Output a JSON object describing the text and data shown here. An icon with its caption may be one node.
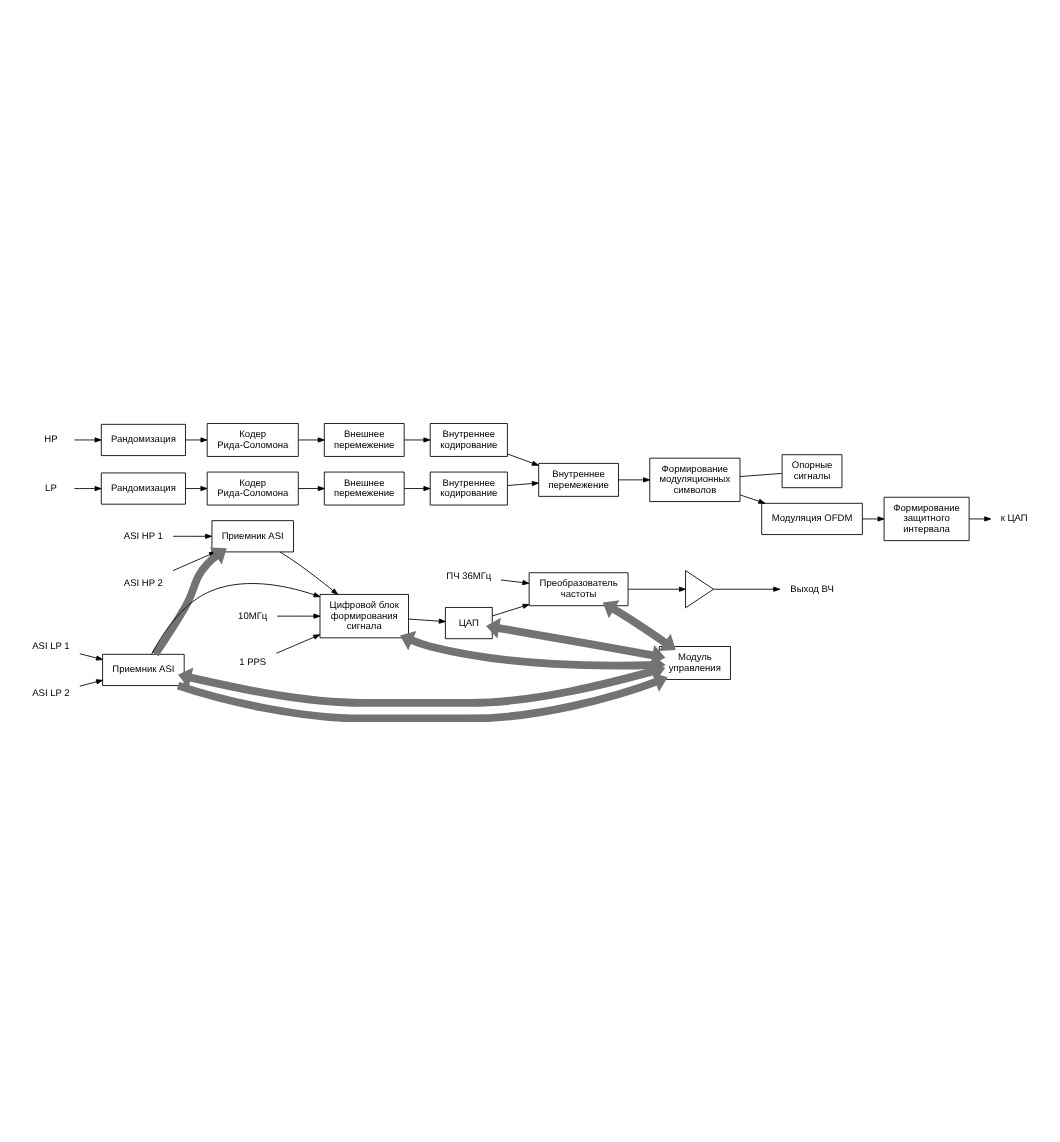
{
  "diagram": {
    "nodes": [
      {
        "text": [
          "ASI HP 1"
        ]
      },
      {
        "text": [
          "ASI HP 2"
        ]
      },
      {
        "text": [
          "ASI LP 1"
        ]
      },
      {
        "text": [
          "ASI LP 2"
        ]
      },
      {
        "text": [
          "10МГц"
        ]
      },
      {
        "text": [
          "1 PPS"
        ]
      },
      {
        "text": [
          "Приемник ASI"
        ]
      },
      {
        "text": [
          "Приемник ASI"
        ]
      },
      {
        "text": [
          "Цифровой блок формирования сигнала"
        ]
      },
      {
        "text": [
          "ЦАП"
        ]
      },
      {
        "text": [
          "Преобразователь частоты"
        ]
      },
      {
        "text": [],
        "shape": "triangle"
      },
      {
        "text": [
          "Модуль управления"
        ]
      },
      {
        "text": [
          "ПЧ 36МГц"
        ]
      },
      {
        "text": [
          "Выход ВЧ"
        ]
      },
      {
        "text": [
          "HP"
        ]
      },
      {
        "text": [
          "LP"
        ]
      },
      {
        "text": [
          "Рандомизация"
        ]
      },
      {
        "text": [
          "Кодер Рида-Соломона"
        ]
      },
      {
        "text": [
          "Внешнее перемежение"
        ]
      },
      {
        "text": [
          "Внутреннее кодирование"
        ]
      },
      {
        "text": [
          "Рандомизация"
        ]
      },
      {
        "text": [
          "Кодер Рида-Соломона"
        ]
      },
      {
        "text": [
          "Внешнее перемежение"
        ]
      },
      {
        "text": [
          "Внутреннее кодирование"
        ]
      },
      {
        "text": [
          "Внутреннее перемежение"
        ]
      },
      {
        "text": [
          "Формирование модуляционных символов"
        ]
      },
      {
        "text": [
          "Опорные сигналы"
        ]
      },
      {
        "text": [
          "Модуляция OFDM"
        ]
      },
      {
        "text": [
          "Формирование защитного интервала"
        ]
      },
      {
        "text": [
          "к ЦАП"
        ]
      }
    ],
    "edges": [
      {
        "from": 0,
        "to": 6,
        "arrow": "to"
      },
      {
        "from": 1,
        "to": 6,
        "arrow": "to"
      },
      {
        "from": 2,
        "to": 7,
        "arrow": "to"
      },
      {
        "from": 3,
        "to": 7,
        "arrow": "to"
      },
      {
        "from": 6,
        "to": 8,
        "arrow": "to"
      },
      {
        "from": 7,
        "to": 8,
        "arrow": "to"
      },
      {
        "from": 7,
        "to": 6,
        "arrow": "to",
        "style": "thick",
        "color": "#737373"
      },
      {
        "from": 4,
        "to": 8,
        "arrow": "to"
      },
      {
        "from": 5,
        "to": 8,
        "arrow": "to"
      },
      {
        "from": 8,
        "to": 9,
        "arrow": "to"
      },
      {
        "from": 9,
        "to": 10,
        "arrow": "to"
      },
      {
        "from": 13,
        "to": 10,
        "arrow": "to"
      },
      {
        "from": 10,
        "to": 11,
        "arrow": "to"
      },
      {
        "from": 11,
        "to": 14,
        "arrow": "to"
      },
      {
        "from": 8,
        "to": 12,
        "arrow": "both",
        "style": "thick",
        "color": "#737373"
      },
      {
        "from": 9,
        "to": 12,
        "arrow": "both",
        "style": "thick",
        "color": "#737373"
      },
      {
        "from": 10,
        "to": 12,
        "arrow": "both",
        "style": "thick",
        "color": "#737373"
      },
      {
        "from": 7,
        "to": 12,
        "arrow": "to",
        "style": "thick",
        "color": "#737373"
      },
      {
        "from": 7,
        "to": 12,
        "arrow": "both",
        "style": "thick",
        "color": "#737373"
      },
      {
        "from": 15,
        "to": 17,
        "arrow": "to"
      },
      {
        "from": 17,
        "to": 18,
        "arrow": "to"
      },
      {
        "from": 18,
        "to": 19,
        "arrow": "to"
      },
      {
        "from": 19,
        "to": 20,
        "arrow": "to"
      },
      {
        "from": 20,
        "to": 25,
        "arrow": "to"
      },
      {
        "from": 16,
        "to": 21,
        "arrow": "to"
      },
      {
        "from": 21,
        "to": 22,
        "arrow": "to"
      },
      {
        "from": 22,
        "to": 23,
        "arrow": "to"
      },
      {
        "from": 23,
        "to": 24,
        "arrow": "to"
      },
      {
        "from": 24,
        "to": 25,
        "arrow": "to"
      },
      {
        "from": 25,
        "to": 26,
        "arrow": "to"
      },
      {
        "from": 26,
        "to": 27,
        "arrow": "none"
      },
      {
        "from": 26,
        "to": 28,
        "arrow": "to"
      },
      {
        "from": 28,
        "to": 29,
        "arrow": "to"
      },
      {
        "from": 29,
        "to": 30,
        "arrow": "to"
      }
    ]
  }
}
